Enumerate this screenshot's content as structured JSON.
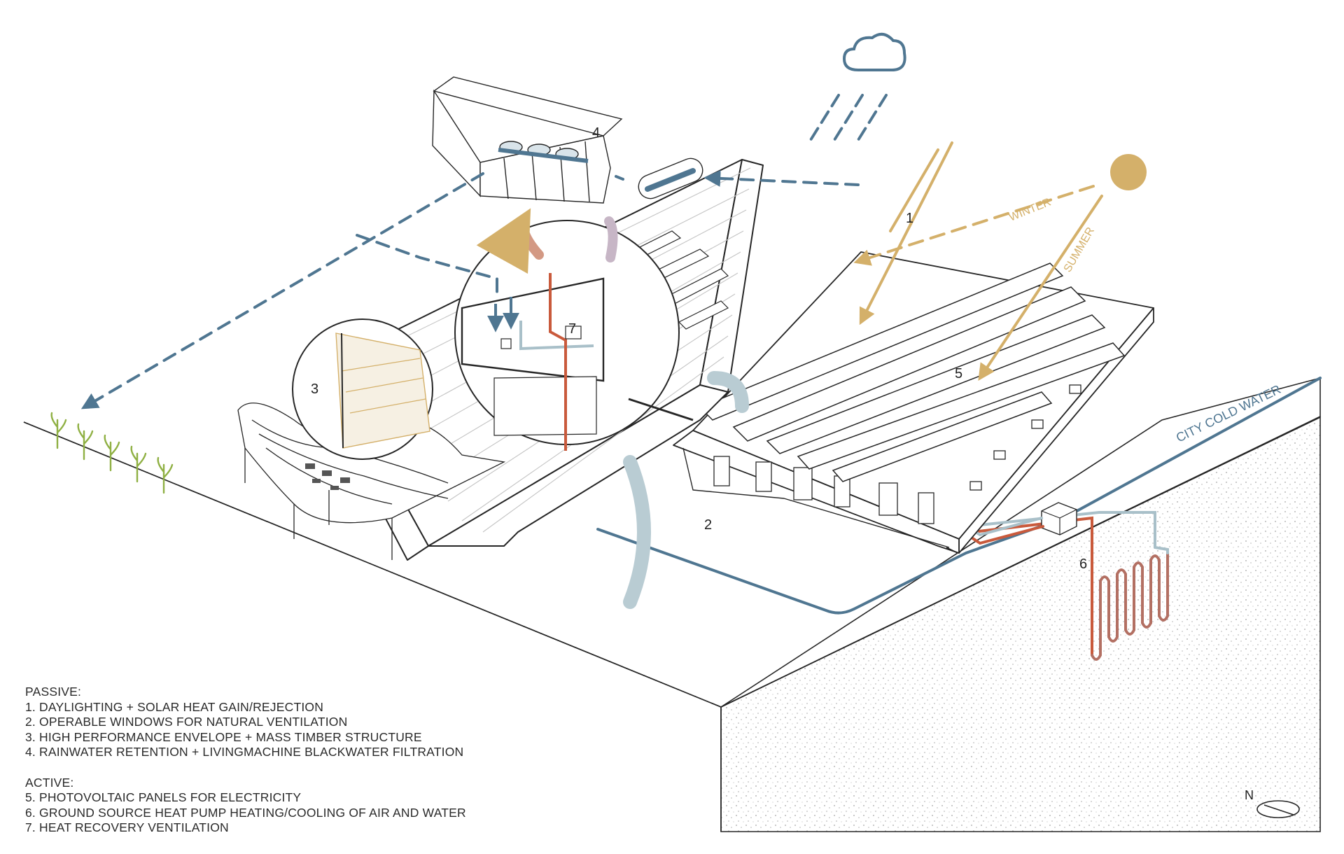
{
  "callouts": [
    {
      "id": "1",
      "label": "1"
    },
    {
      "id": "2",
      "label": "2"
    },
    {
      "id": "3",
      "label": "3"
    },
    {
      "id": "4",
      "label": "4"
    },
    {
      "id": "5",
      "label": "5"
    },
    {
      "id": "6",
      "label": "6"
    },
    {
      "id": "7",
      "label": "7"
    }
  ],
  "sun_labels": {
    "winter": "WINTER",
    "summer": "SUMMER"
  },
  "water_label": "CITY COLD WATER",
  "north_label": "N",
  "legend": {
    "passive_heading": "PASSIVE:",
    "passive": [
      "1. DAYLIGHTING + SOLAR HEAT GAIN/REJECTION",
      "2. OPERABLE WINDOWS FOR NATURAL VENTILATION",
      "3. HIGH PERFORMANCE ENVELOPE + MASS TIMBER STRUCTURE",
      "4. RAINWATER RETENTION + LIVINGMACHINE BLACKWATER FILTRATION"
    ],
    "active_heading": "ACTIVE:",
    "active": [
      "5. PHOTOVOLTAIC PANELS FOR ELECTRICITY",
      "6. GROUND SOURCE HEAT PUMP HEATING/COOLING OF AIR AND WATER",
      "7. HEAT RECOVERY VENTILATION"
    ]
  },
  "colors": {
    "water": "#4f7691",
    "sun": "#d4b06a",
    "heat": "#c95a3c",
    "air": "#a9c0c9",
    "outline": "#262626",
    "plants": "#8fb043"
  }
}
